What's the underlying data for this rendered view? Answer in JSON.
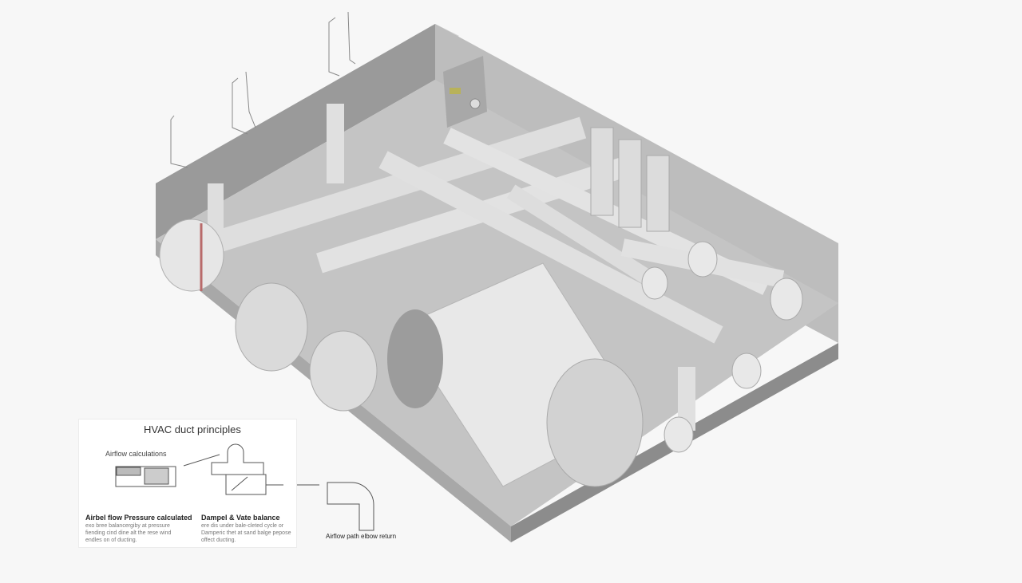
{
  "image": {
    "description": "Isometric 3D render of an HVAC ductwork system inside an open-top gray box with inset principles diagram",
    "colors": {
      "background": "#f7f7f7",
      "box_wall": "#9a9a9a",
      "box_floor": "#b8b8b8",
      "duct": "#e4e4e4",
      "duct_shadow": "#c8c8c8",
      "accent_band": "#b86a6a"
    }
  },
  "legend": {
    "title": "HVAC duct principles",
    "airflow_label": "Airflow calculations",
    "panels": [
      {
        "title": "Airbel flow Pressure calculated",
        "body": "exo bree balancergiby at pressure fiending cind dine alt the rese wind endles on of ducting."
      },
      {
        "title": "Dampel & Vate balance",
        "body": "ere dis under bale-cleted cycle or Damperic thet at sand balge pepose offect ducting."
      },
      {
        "title": "Airflow path elbow return",
        "body": ""
      }
    ]
  }
}
